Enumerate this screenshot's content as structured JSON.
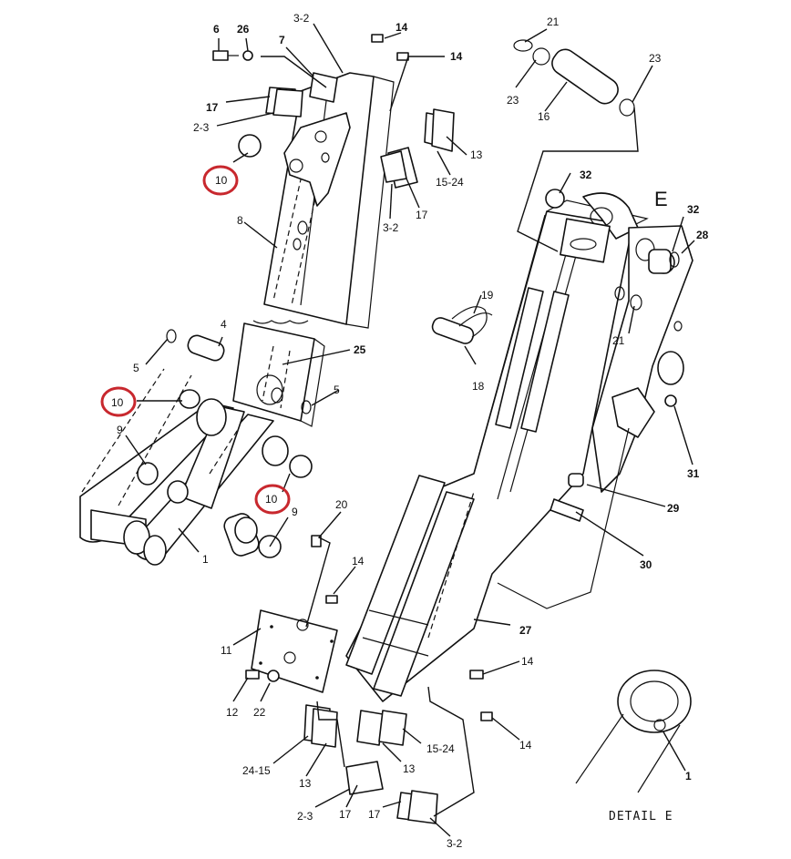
{
  "labels": {
    "l_6": "6",
    "l_26": "26",
    "l_7": "7",
    "l_3_2_top": "3-2",
    "l_14_a": "14",
    "l_14_b": "14",
    "l_17_a": "17",
    "l_2_3_a": "2-3",
    "l_10_a": "10",
    "l_13_a": "13",
    "l_15_24_a": "15-24",
    "l_17_b": "17",
    "l_3_2_b": "3-2",
    "l_8": "8",
    "l_21_a": "21",
    "l_23_a": "23",
    "l_23_b": "23",
    "l_16": "16",
    "l_32_a": "32",
    "l_E": "E",
    "l_32_b": "32",
    "l_28": "28",
    "l_19": "19",
    "l_18": "18",
    "l_21_b": "21",
    "l_4": "4",
    "l_5_a": "5",
    "l_25": "25",
    "l_10_b": "10",
    "l_5_b": "5",
    "l_9_a": "9",
    "l_10_c": "10",
    "l_9_b": "9",
    "l_1_a": "1",
    "l_31": "31",
    "l_29": "29",
    "l_30": "30",
    "l_20": "20",
    "l_14_c": "14",
    "l_27": "27",
    "l_11": "11",
    "l_12": "12",
    "l_22": "22",
    "l_14_d": "14",
    "l_14_e": "14",
    "l_15_24_b": "15-24",
    "l_13_b": "13",
    "l_24_15": "24-15",
    "l_13_c": "13",
    "l_2_3_b": "2-3",
    "l_17_c": "17",
    "l_17_d": "17",
    "l_3_2_c": "3-2",
    "l_1_b": "1"
  },
  "detail_caption": "DETAIL E",
  "highlight_color": "#c8282e"
}
